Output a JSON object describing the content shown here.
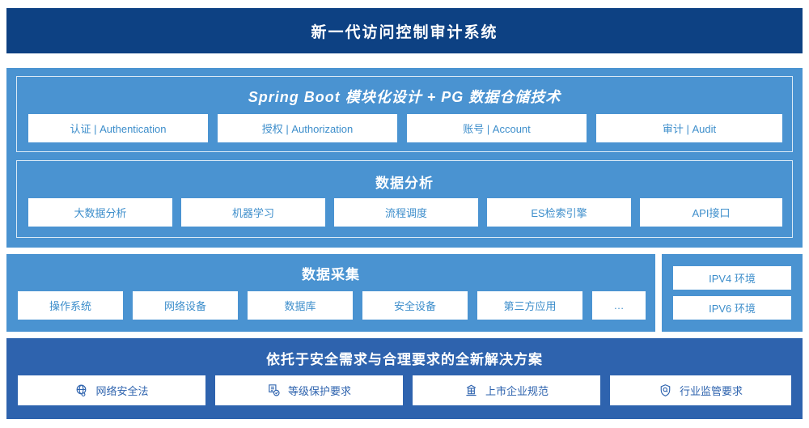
{
  "header": {
    "title": "新一代访问控制审计系统",
    "bg_color": "#0d4183"
  },
  "colors": {
    "header_navy": "#0d4183",
    "panel_light_blue": "#4a93d1",
    "panel_mid_blue": "#2e63ae",
    "chip_bg": "#ffffff",
    "chip_text_blue": "#3d8ecb",
    "chip_text_dark_blue": "#2e63ae"
  },
  "platform": {
    "core": {
      "title": "Spring Boot 模块化设计 + PG 数据仓储技术",
      "items": [
        {
          "label": "认证 | Authentication"
        },
        {
          "label": "授权 | Authorization"
        },
        {
          "label": "账号 | Account"
        },
        {
          "label": "审计 | Audit"
        }
      ]
    },
    "analysis": {
      "title": "数据分析",
      "items": [
        {
          "label": "大数据分析"
        },
        {
          "label": "机器学习"
        },
        {
          "label": "流程调度"
        },
        {
          "label": "ES检索引擎"
        },
        {
          "label": "API接口"
        }
      ]
    }
  },
  "collection": {
    "title": "数据采集",
    "items": [
      {
        "label": "操作系统"
      },
      {
        "label": "网络设备"
      },
      {
        "label": "数据库"
      },
      {
        "label": "安全设备"
      },
      {
        "label": "第三方应用"
      },
      {
        "label": "…"
      }
    ]
  },
  "environment": {
    "items": [
      {
        "label": "IPV4 环境"
      },
      {
        "label": "IPV6 环境"
      }
    ]
  },
  "compliance": {
    "title": "依托于安全需求与合理要求的全新解决方案",
    "items": [
      {
        "label": "网络安全法",
        "icon": "globe-icon"
      },
      {
        "label": "等级保护要求",
        "icon": "document-check-icon"
      },
      {
        "label": "上市企业规范",
        "icon": "bank-building-icon"
      },
      {
        "label": "行业监管要求",
        "icon": "shield-search-icon"
      }
    ]
  }
}
